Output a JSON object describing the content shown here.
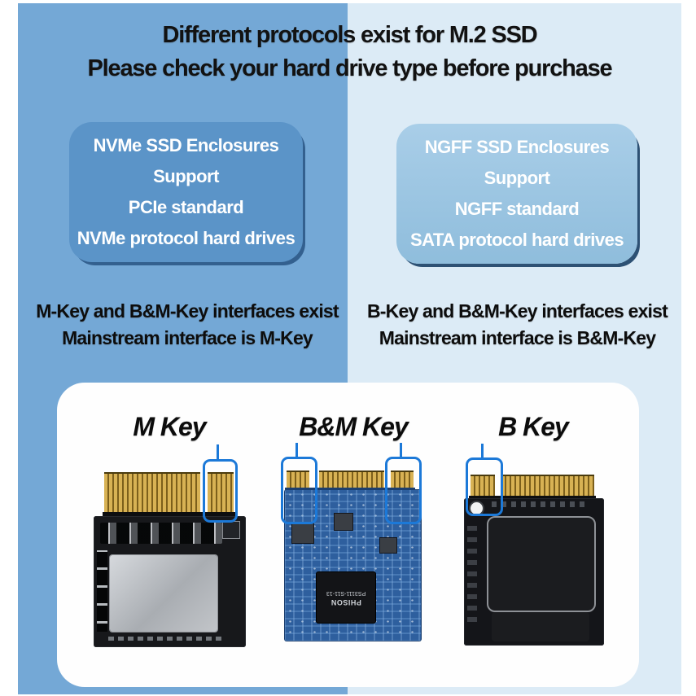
{
  "title": {
    "line1": "Different protocols exist for M.2 SSD",
    "line2": "Please check your hard drive type before purchase"
  },
  "cards": [
    {
      "name": "nvme",
      "lines": [
        "NVMe SSD Enclosures",
        "Support",
        "PCIe standard",
        "NVMe protocol hard drives"
      ],
      "note_line1": "M-Key and B&M-Key interfaces exist",
      "note_line2": "Mainstream interface is M-Key"
    },
    {
      "name": "ngff",
      "lines": [
        "NGFF SSD Enclosures",
        "Support",
        "NGFF standard",
        "SATA protocol hard drives"
      ],
      "note_line1": "B-Key and B&M-Key interfaces exist",
      "note_line2": "Mainstream interface is B&M-Key"
    }
  ],
  "keys": [
    {
      "label": "M Key"
    },
    {
      "label": "B&M Key"
    },
    {
      "label": "B Key"
    }
  ],
  "chip": {
    "brand": "PHISON",
    "model": "PS3111-S11-13"
  },
  "colors": {
    "panel_left": "#74a8d6",
    "panel_right": "#dcebf6",
    "card_nvme": "#5b94c8",
    "card_ngff": "#8fbddc",
    "bracket_blue": "#1c79d8",
    "connector_gold": "#d8b254"
  }
}
